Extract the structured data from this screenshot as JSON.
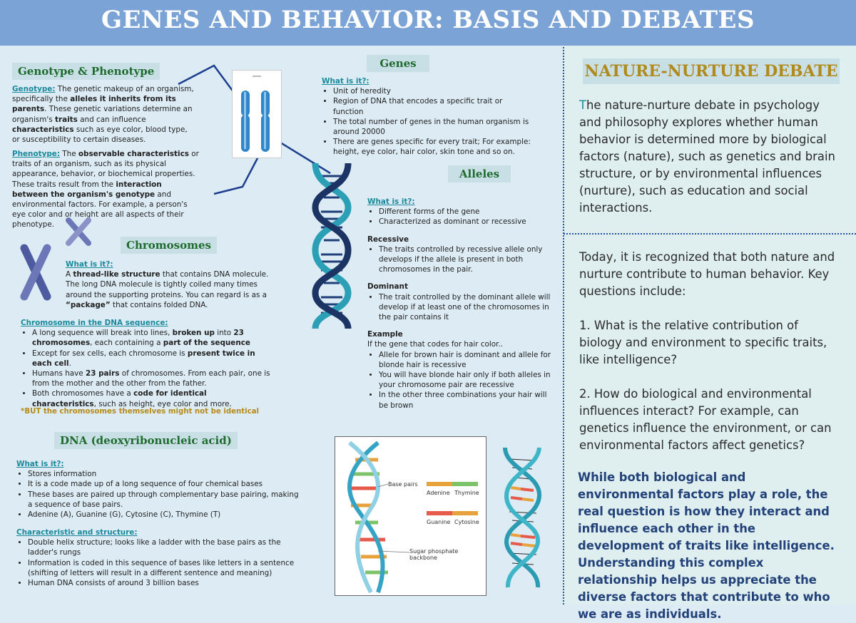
{
  "title": "GENES AND BEHAVIOR: BASIS AND DEBATES",
  "genotype": {
    "heading": "Genotype & Phenotype",
    "geno_label": "Genotype:",
    "geno_t1": " The genetic makeup of an organism, specifically the ",
    "geno_b1": "alleles it inherits from its parents",
    "geno_t2": ". These genetic variations determine an organism's ",
    "geno_b2": "traits",
    "geno_t3": " and can influence ",
    "geno_b3": "characteristics",
    "geno_t4": " such as eye color, blood type, or susceptibility to certain diseases.",
    "pheno_label": "Phenotype:",
    "pheno_t1": " The ",
    "pheno_b1": "observable characteristics",
    "pheno_t2": " or traits of an organism, such as its physical appearance, behavior, or biochemical properties. These traits result from the ",
    "pheno_b2": "interaction between the organism's genotype",
    "pheno_t3": " and environmental factors. For example, a person's eye color and or height are all aspects of their phenotype."
  },
  "chromosomes": {
    "heading": "Chromosomes",
    "what_label": "What is it?:",
    "what_t1": "A ",
    "what_b1": "thread-like structure",
    "what_t2": " that contains DNA molecule. The long DNA molecule is tightly coiled many times around the supporting proteins. You can regard is as a ",
    "what_b2": "“package”",
    "what_t3": " that contains folded DNA.",
    "seq_label": "Chromosome in the DNA sequence:",
    "b1_t1": "A long sequence will break into lines, ",
    "b1_b1": "broken up",
    "b1_t2": " into ",
    "b1_b2": "23 chromosomes",
    "b1_t3": ", each containing a ",
    "b1_b3": "part of the sequence",
    "b2_t1": "Except for sex cells, each chromosome is ",
    "b2_b1": "present twice in each cell",
    "b2_t2": ".",
    "b3_t1": "Humans have ",
    "b3_b1": "23 pairs",
    "b3_t2": " of chromosomes. From each pair, one is from the mother and the other from the father.",
    "b4_t1": "Both chromosomes have a ",
    "b4_b1": "code for identical characteristics",
    "b4_t2": ", such as height, eye color and more.",
    "note": "*BUT the chromosomes themselves might not be identical"
  },
  "dna": {
    "heading": "DNA (deoxyribonucleic acid)",
    "what_label": "What is it?:",
    "what_items": [
      "Stores information",
      "It is a code made up of a long sequence of four chemical bases",
      "These bases are paired up through complementary base pairing, making a sequence of base pairs.",
      "Adenine (A), Guanine (G), Cytosine (C), Thymine (T)"
    ],
    "char_label": "Characteristic and structure:",
    "char_items": [
      "Double helix structure; looks like a ladder with the base pairs as the ladder's rungs",
      "Information is coded in this sequence of bases like letters in a sentence (shifting of letters will result in a different sentence and meaning)",
      "Human DNA consists of around 3 billion bases"
    ]
  },
  "genes": {
    "heading": "Genes",
    "what_label": "What is it?:",
    "items": [
      "Unit of heredity",
      "Region of DNA that encodes a specific trait or function",
      "The total number of genes in the human organism is around 20000",
      "There are genes specific for every trait; For example: height, eye color, hair color, skin tone and so on."
    ]
  },
  "alleles": {
    "heading": "Alleles",
    "what_label": "What is it?:",
    "what_items": [
      "Different forms of the gene",
      "Characterized as dominant or recessive"
    ],
    "recessive_label": "Recessive",
    "recessive_items": [
      "The traits controlled by recessive allele only develops if the allele is present in both chromosomes in the pair."
    ],
    "dominant_label": "Dominant",
    "dominant_items": [
      "The trait controlled by the dominant allele will develop if at least one of the chromosomes in the pair contains it"
    ],
    "example_label": "Example",
    "example_intro": "If the gene that codes for hair color..",
    "example_items": [
      "Allele for brown hair is dominant and allele for blonde hair is recessive",
      "You will have blonde hair only if both alleles in your chromosome pair are recessive",
      "In the other three combinations your hair will be brown"
    ]
  },
  "diagram": {
    "base_pairs": "Base pairs",
    "adenine": "Adenine",
    "thymine": "Thymine",
    "guanine": "Guanine",
    "cytosine": "Cytosine",
    "backbone": "Sugar phosphate backbone"
  },
  "debate": {
    "heading": "NATURE-NURTURE DEBATE",
    "p1_initial": "T",
    "p1_rest": "he nature-nurture debate in psychology and philosophy explores whether human behavior is determined more by biological factors (nature), such as genetics and brain structure, or by environmental influences (nurture), such as education and social interactions.",
    "p2": "Today, it is recognized that both nature and nurture contribute to human behavior. Key questions include:",
    "q1": "1. What is the relative contribution of biology and environment to specific traits, like intelligence?",
    "q2": "2. How do biological and environmental influences interact? For example, can genetics influence the environment, or can environmental factors affect genetics?",
    "conclusion": "While both biological and environmental factors play a role, the real question is how they interact and influence each other in the development of traits like intelligence. Understanding this complex relationship helps us appreciate the diverse factors that contribute to who we are as individuals."
  },
  "colors": {
    "title_bar": "#7ca3d6",
    "heading_green": "#1e6b2e",
    "link_teal": "#1a8a9b",
    "note_gold": "#b68b1c",
    "conclusion_blue": "#23427a",
    "divider_blue": "#2a4fa8"
  }
}
